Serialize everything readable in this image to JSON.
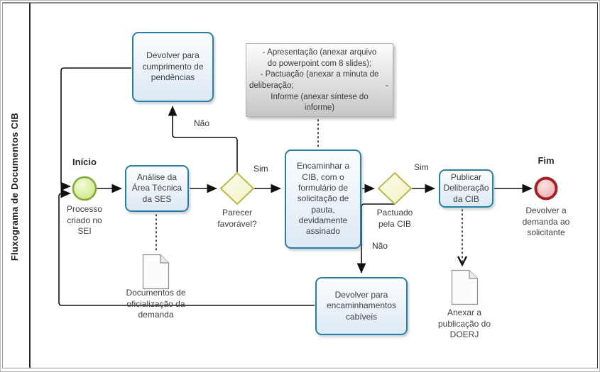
{
  "pool": {
    "title": "Fluxograma de Documentos CIB"
  },
  "events": {
    "start": {
      "label": "Início",
      "annotation": "Processo criado no SEI"
    },
    "end": {
      "label": "Fim",
      "annotation": "Devolver a demanda ao solicitante"
    }
  },
  "tasks": {
    "analise": {
      "label": "Análise da Área Técnica da SES"
    },
    "devolver_pendencias": {
      "label": "Devolver para cumprimento de pendências"
    },
    "encaminhar": {
      "label": "Encaminhar a CIB, com o formulário de solicitação de pauta, devidamente assinado"
    },
    "devolver_encaminhamentos": {
      "label": "Devolver para encaminhamentos cabíveis"
    },
    "publicar": {
      "label": "Publicar Deliberação da CIB"
    }
  },
  "gateways": {
    "parecer": {
      "question": "Parecer favorável?",
      "yes_label": "Sim",
      "no_label": "Não"
    },
    "pactuado": {
      "question": "Pactuado pela CIB",
      "yes_label": "Sim",
      "no_label": "Não"
    }
  },
  "note": {
    "lines": [
      "- Apresentação (anexar arquivo",
      "do powerpoint com 8 slides);",
      "- Pactuação (anexar a minuta de",
      "deliberação;",
      "Informe (anexar síntese do",
      "informe)"
    ],
    "stray_dash": "-"
  },
  "documents": {
    "oficializacao": {
      "label": "Documentos de oficialização da demanda"
    },
    "doerj": {
      "label": "Anexar a publicação do DOERJ"
    }
  },
  "colors": {
    "task_border": "#2B7FA3",
    "task_fill": "#DDE9F4",
    "gateway_border": "#B9B94B",
    "gateway_fill": "#FAFAD9",
    "start_border": "#84A936",
    "start_fill": "#C9E87E",
    "end_border": "#A32126",
    "end_fill": "#F2B9B9",
    "note_fill": "#D9D9D9",
    "line": "#1A1A1A"
  }
}
